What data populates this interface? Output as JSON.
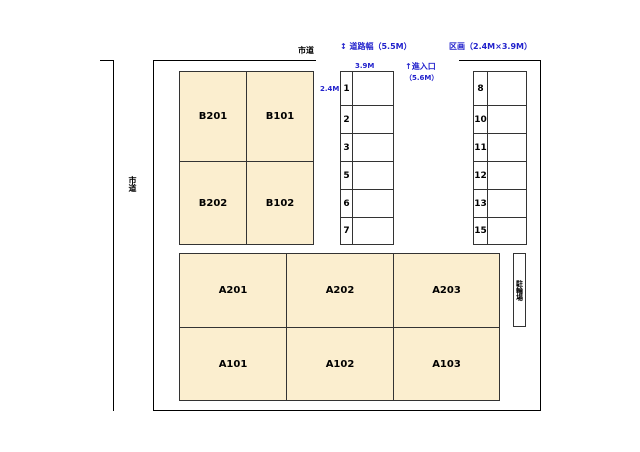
{
  "labels": {
    "city_road_top": "市道",
    "city_road_left": "市道",
    "road_width": "↕  道路幅（5.5M）",
    "section_size": "区画（2.4M×3.9M）",
    "slot_depth": "3.9M",
    "slot_width": "2.4M",
    "entrance": "↑進入口",
    "entrance_width": "（5.6M）",
    "bicycle_parking": "駐輪場"
  },
  "buildings_b": [
    {
      "label": "B201"
    },
    {
      "label": "B101"
    },
    {
      "label": "B202"
    },
    {
      "label": "B102"
    }
  ],
  "buildings_a": [
    {
      "label": "A201"
    },
    {
      "label": "A202"
    },
    {
      "label": "A203"
    },
    {
      "label": "A101"
    },
    {
      "label": "A102"
    },
    {
      "label": "A103"
    }
  ],
  "parking_left": [
    {
      "num": "1"
    },
    {
      "num": "2"
    },
    {
      "num": "3"
    },
    {
      "num": "5"
    },
    {
      "num": "6"
    },
    {
      "num": "7"
    }
  ],
  "parking_right": [
    {
      "num": "8"
    },
    {
      "num": "10"
    },
    {
      "num": "11"
    },
    {
      "num": "12"
    },
    {
      "num": "13"
    },
    {
      "num": "15"
    }
  ],
  "colors": {
    "building_fill": "#fbeecf",
    "annotation_blue": "#2222cc"
  }
}
